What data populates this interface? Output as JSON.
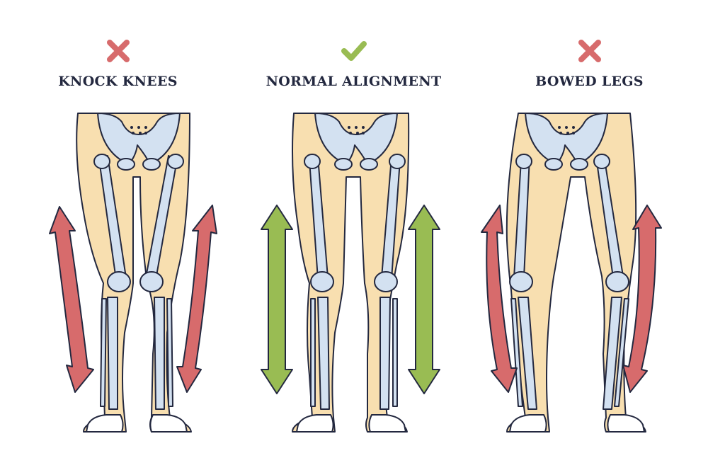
{
  "colors": {
    "skin": "#f8dfb0",
    "bone": "#d3e1f1",
    "outline": "#23283f",
    "wrong": "#d76b6c",
    "right": "#99bc53"
  },
  "panels": [
    {
      "title": "KNOCK KNEES",
      "status_icon": "cross-icon",
      "arrow_color": "#d76b6c"
    },
    {
      "title": "NORMAL ALIGNMENT",
      "status_icon": "check-icon",
      "arrow_color": "#99bc53"
    },
    {
      "title": "BOWED LEGS",
      "status_icon": "cross-icon",
      "arrow_color": "#d76b6c"
    }
  ]
}
